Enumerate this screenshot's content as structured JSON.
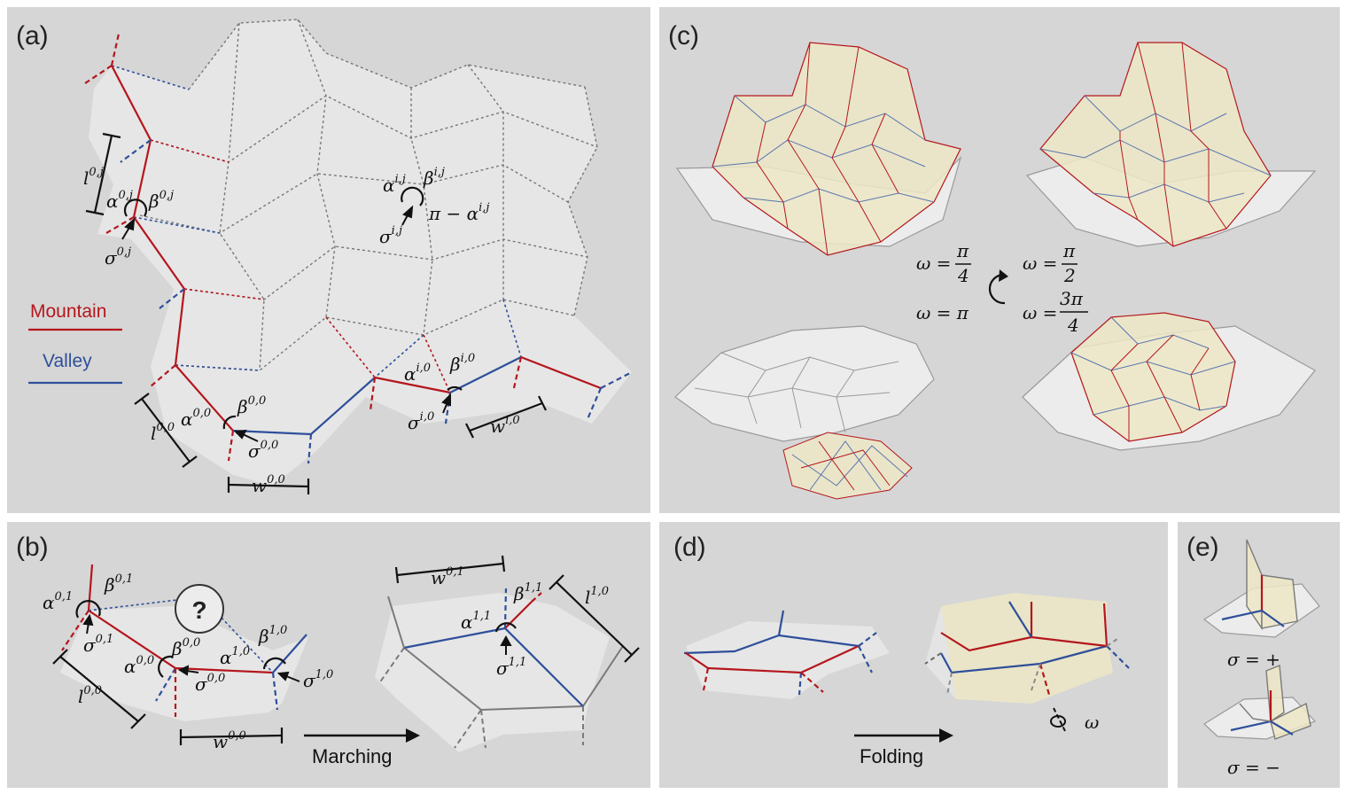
{
  "panels": {
    "a": {
      "label": "(a)"
    },
    "b": {
      "label": "(b)"
    },
    "c": {
      "label": "(c)"
    },
    "d": {
      "label": "(d)"
    },
    "e": {
      "label": "(e)"
    }
  },
  "legend": {
    "mountain": "Mountain",
    "valley": "Valley",
    "mountain_color": "#b5161d",
    "valley_color": "#2f4f9a"
  },
  "panel_a": {
    "l0j": "l",
    "l0j_sup": "0,j",
    "alpha0j": "α",
    "alpha0j_sup": "0,j",
    "beta0j": "β",
    "beta0j_sup": "0,j",
    "sigma0j": "σ",
    "sigma0j_sup": "0,j",
    "alphaij": "α",
    "alphaij_sup": "i,j",
    "betaij": "β",
    "betaij_sup": "i,j",
    "pi_minus": "π − α",
    "pi_minus_sup": "i,j",
    "sigmaij": "σ",
    "sigmaij_sup": "i,j",
    "l00": "l",
    "l00_sup": "0,0",
    "alpha00": "α",
    "alpha00_sup": "0,0",
    "beta00": "β",
    "beta00_sup": "0,0",
    "sigma00": "σ",
    "sigma00_sup": "0,0",
    "w00": "w",
    "w00_sup": "0,0",
    "alphai0": "α",
    "alphai0_sup": "i,0",
    "betai0": "β",
    "betai0_sup": "i,0",
    "sigmai0": "σ",
    "sigmai0_sup": "i,0",
    "wi0": "w",
    "wi0_sup": "i,0"
  },
  "panel_b": {
    "alpha01": "α",
    "alpha01_sup": "0,1",
    "beta01": "β",
    "beta01_sup": "0,1",
    "sigma01": "σ",
    "sigma01_sup": "0,1",
    "question": "?",
    "l00": "l",
    "l00_sup": "0,0",
    "alpha00": "α",
    "alpha00_sup": "0,0",
    "beta00": "β",
    "beta00_sup": "0,0",
    "sigma00": "σ",
    "sigma00_sup": "0,0",
    "alpha10": "α",
    "alpha10_sup": "1,0",
    "beta10": "β",
    "beta10_sup": "1,0",
    "sigma10": "σ",
    "sigma10_sup": "1,0",
    "w00": "w",
    "w00_sup": "0,0",
    "marching": "Marching",
    "w01": "w",
    "w01_sup": "0,1",
    "beta11": "β",
    "beta11_sup": "1,1",
    "alpha11": "α",
    "alpha11_sup": "1,1",
    "sigma11": "σ",
    "sigma11_sup": "1,1",
    "l10": "l",
    "l10_sup": "1,0"
  },
  "panel_c": {
    "omega_eq": "ω =",
    "pi": "π",
    "d4": "4",
    "d2": "2",
    "three_pi": "3π",
    "omega_pi": "ω = π"
  },
  "panel_d": {
    "folding": "Folding",
    "omega": "ω"
  },
  "panel_e": {
    "sigma_plus": "σ = +",
    "sigma_minus": "σ = −"
  }
}
